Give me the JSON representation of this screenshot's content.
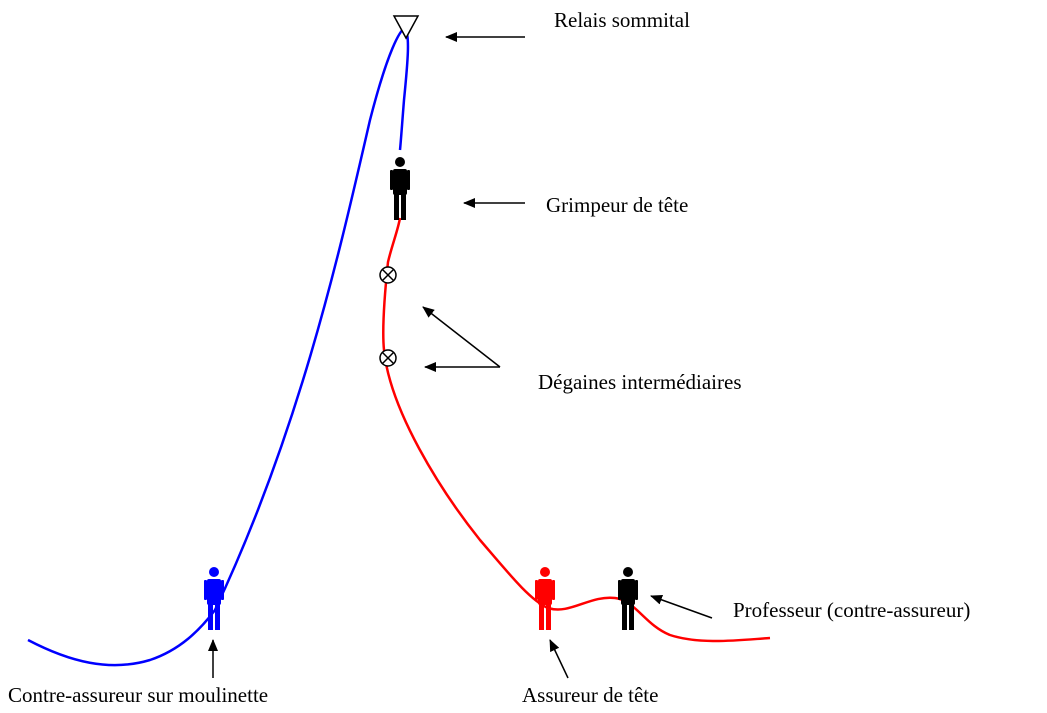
{
  "colors": {
    "top_rope": "#0000ff",
    "lead_rope": "#ff0000",
    "neutral": "#000000",
    "background": "#ffffff"
  },
  "labels": {
    "top_anchor": "Relais sommital",
    "lead_climber": "Grimpeur de tête",
    "quickdraws": "Dégaines intermédiaires",
    "teacher": "Professeur (contre-assureur)",
    "toprope_counter_belayer": "Contre-assureur sur moulinette",
    "lead_belayer": "Assureur de tête"
  },
  "icons": {
    "anchor": "triangle-down-icon",
    "quickdraw": "circled-x-icon",
    "person": "person-icon"
  }
}
